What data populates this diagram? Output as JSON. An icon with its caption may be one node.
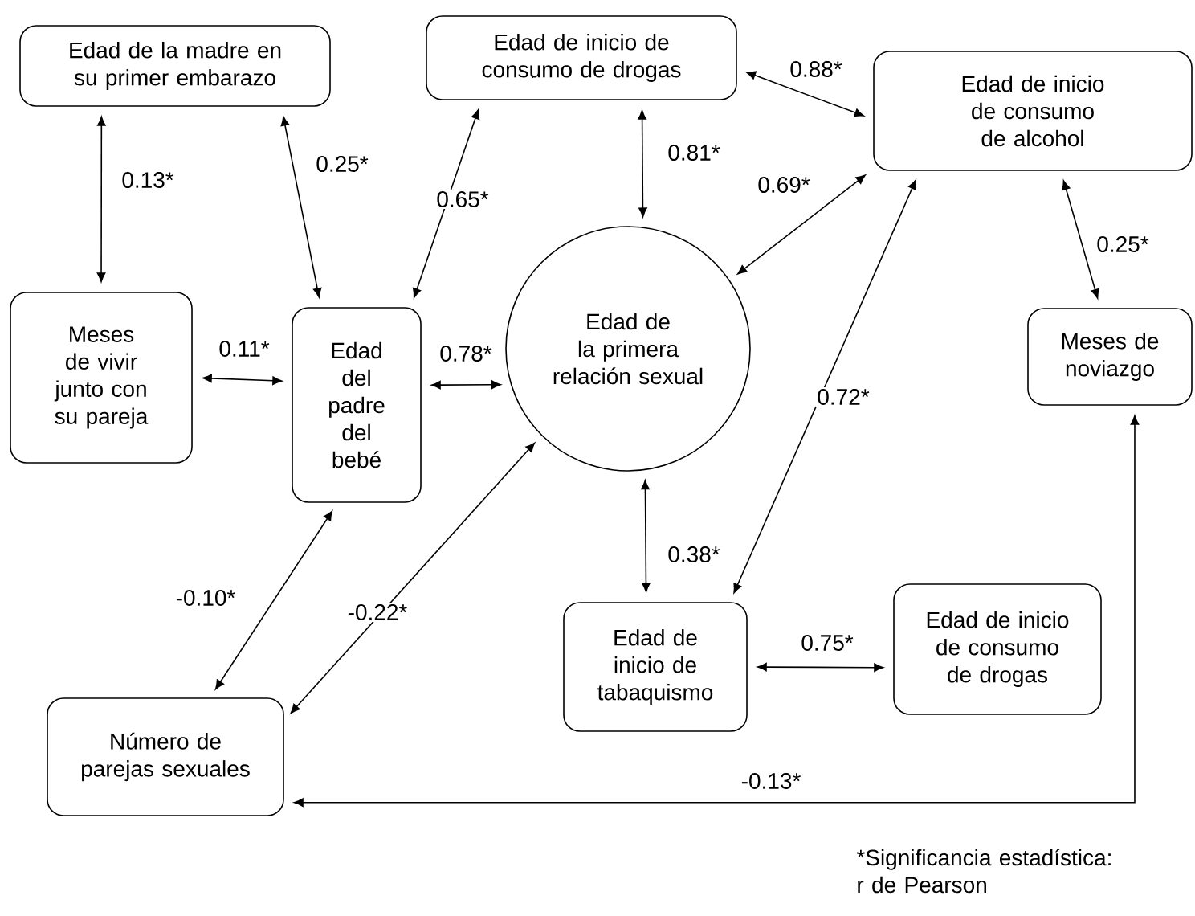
{
  "diagram": {
    "nodes": [
      {
        "text": [
          "Edad de la madre en su primer embarazo"
        ]
      },
      {
        "text": [
          "Edad de inicio de consumo de drogas"
        ]
      },
      {
        "text": [
          "Edad de inicio de consumo de alcohol"
        ]
      },
      {
        "text": [
          "Meses de vivir junto con su pareja"
        ]
      },
      {
        "text": [
          "Edad del padre del bebé"
        ]
      },
      {
        "text": [
          "Edad de la primera relación sexual"
        ]
      },
      {
        "text": [
          "Meses de noviazgo"
        ]
      },
      {
        "text": [
          "Número de parejas sexuales"
        ]
      },
      {
        "text": [
          "Edad de inicio de tabaquismo"
        ]
      },
      {
        "text": [
          "Edad de inicio de consumo de drogas"
        ]
      }
    ],
    "edges": [
      {
        "from": 0,
        "to": 3,
        "arrow": "both",
        "label": "0.13*"
      },
      {
        "from": 0,
        "to": 4,
        "arrow": "both",
        "label": "0.25*"
      },
      {
        "from": 4,
        "to": 1,
        "arrow": "both",
        "label": "0.65*"
      },
      {
        "from": 3,
        "to": 4,
        "arrow": "both",
        "label": "0.11*"
      },
      {
        "from": 4,
        "to": 5,
        "arrow": "both",
        "label": "0.78*"
      },
      {
        "from": 1,
        "to": 5,
        "arrow": "both",
        "label": "0.81*"
      },
      {
        "from": 1,
        "to": 2,
        "arrow": "both",
        "label": "0.88*"
      },
      {
        "from": 5,
        "to": 2,
        "arrow": "both",
        "label": "0.69*"
      },
      {
        "from": 2,
        "to": 6,
        "arrow": "both",
        "label": "0.25*"
      },
      {
        "from": 8,
        "to": 2,
        "arrow": "both",
        "label": "0.72*"
      },
      {
        "from": 4,
        "to": 7,
        "arrow": "both",
        "label": "-0.10*"
      },
      {
        "from": 7,
        "to": 5,
        "arrow": "both",
        "label": "-0.22*"
      },
      {
        "from": 5,
        "to": 8,
        "arrow": "both",
        "label": "0.38*"
      },
      {
        "from": 8,
        "to": 9,
        "arrow": "both",
        "label": "0.75*"
      },
      {
        "from": 6,
        "to": 7,
        "arrow": "both",
        "label": "-0.13*"
      }
    ],
    "labels": [
      "*Significancia estadística: r de Pearson"
    ]
  }
}
